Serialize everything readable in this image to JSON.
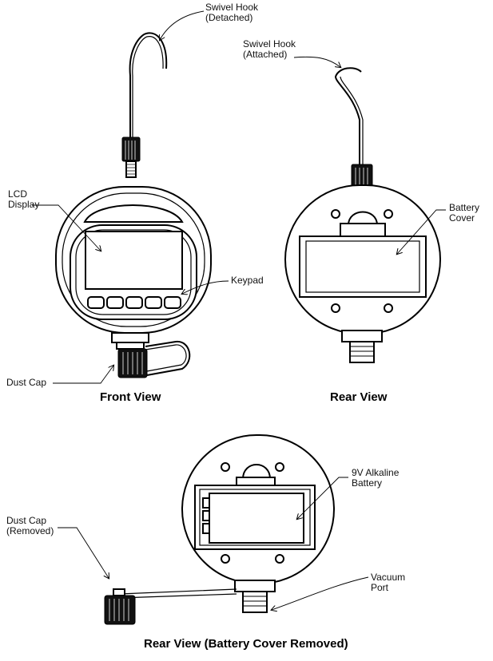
{
  "labels": {
    "swivel_hook_detached": [
      "Swivel Hook",
      "(Detached)"
    ],
    "swivel_hook_attached": [
      "Swivel Hook",
      "(Attached)"
    ],
    "lcd_display": [
      "LCD",
      "Display"
    ],
    "keypad": "Keypad",
    "dust_cap": "Dust Cap",
    "battery_cover": [
      "Battery",
      "Cover"
    ],
    "alkaline_battery": [
      "9V Alkaline",
      "Battery"
    ],
    "dust_cap_removed": [
      "Dust Cap",
      "(Removed)"
    ],
    "vacuum_port": [
      "Vacuum",
      "Port"
    ]
  },
  "titles": {
    "front_view": "Front View",
    "rear_view": "Rear View",
    "rear_view_removed": "Rear View (Battery Cover Removed)"
  }
}
